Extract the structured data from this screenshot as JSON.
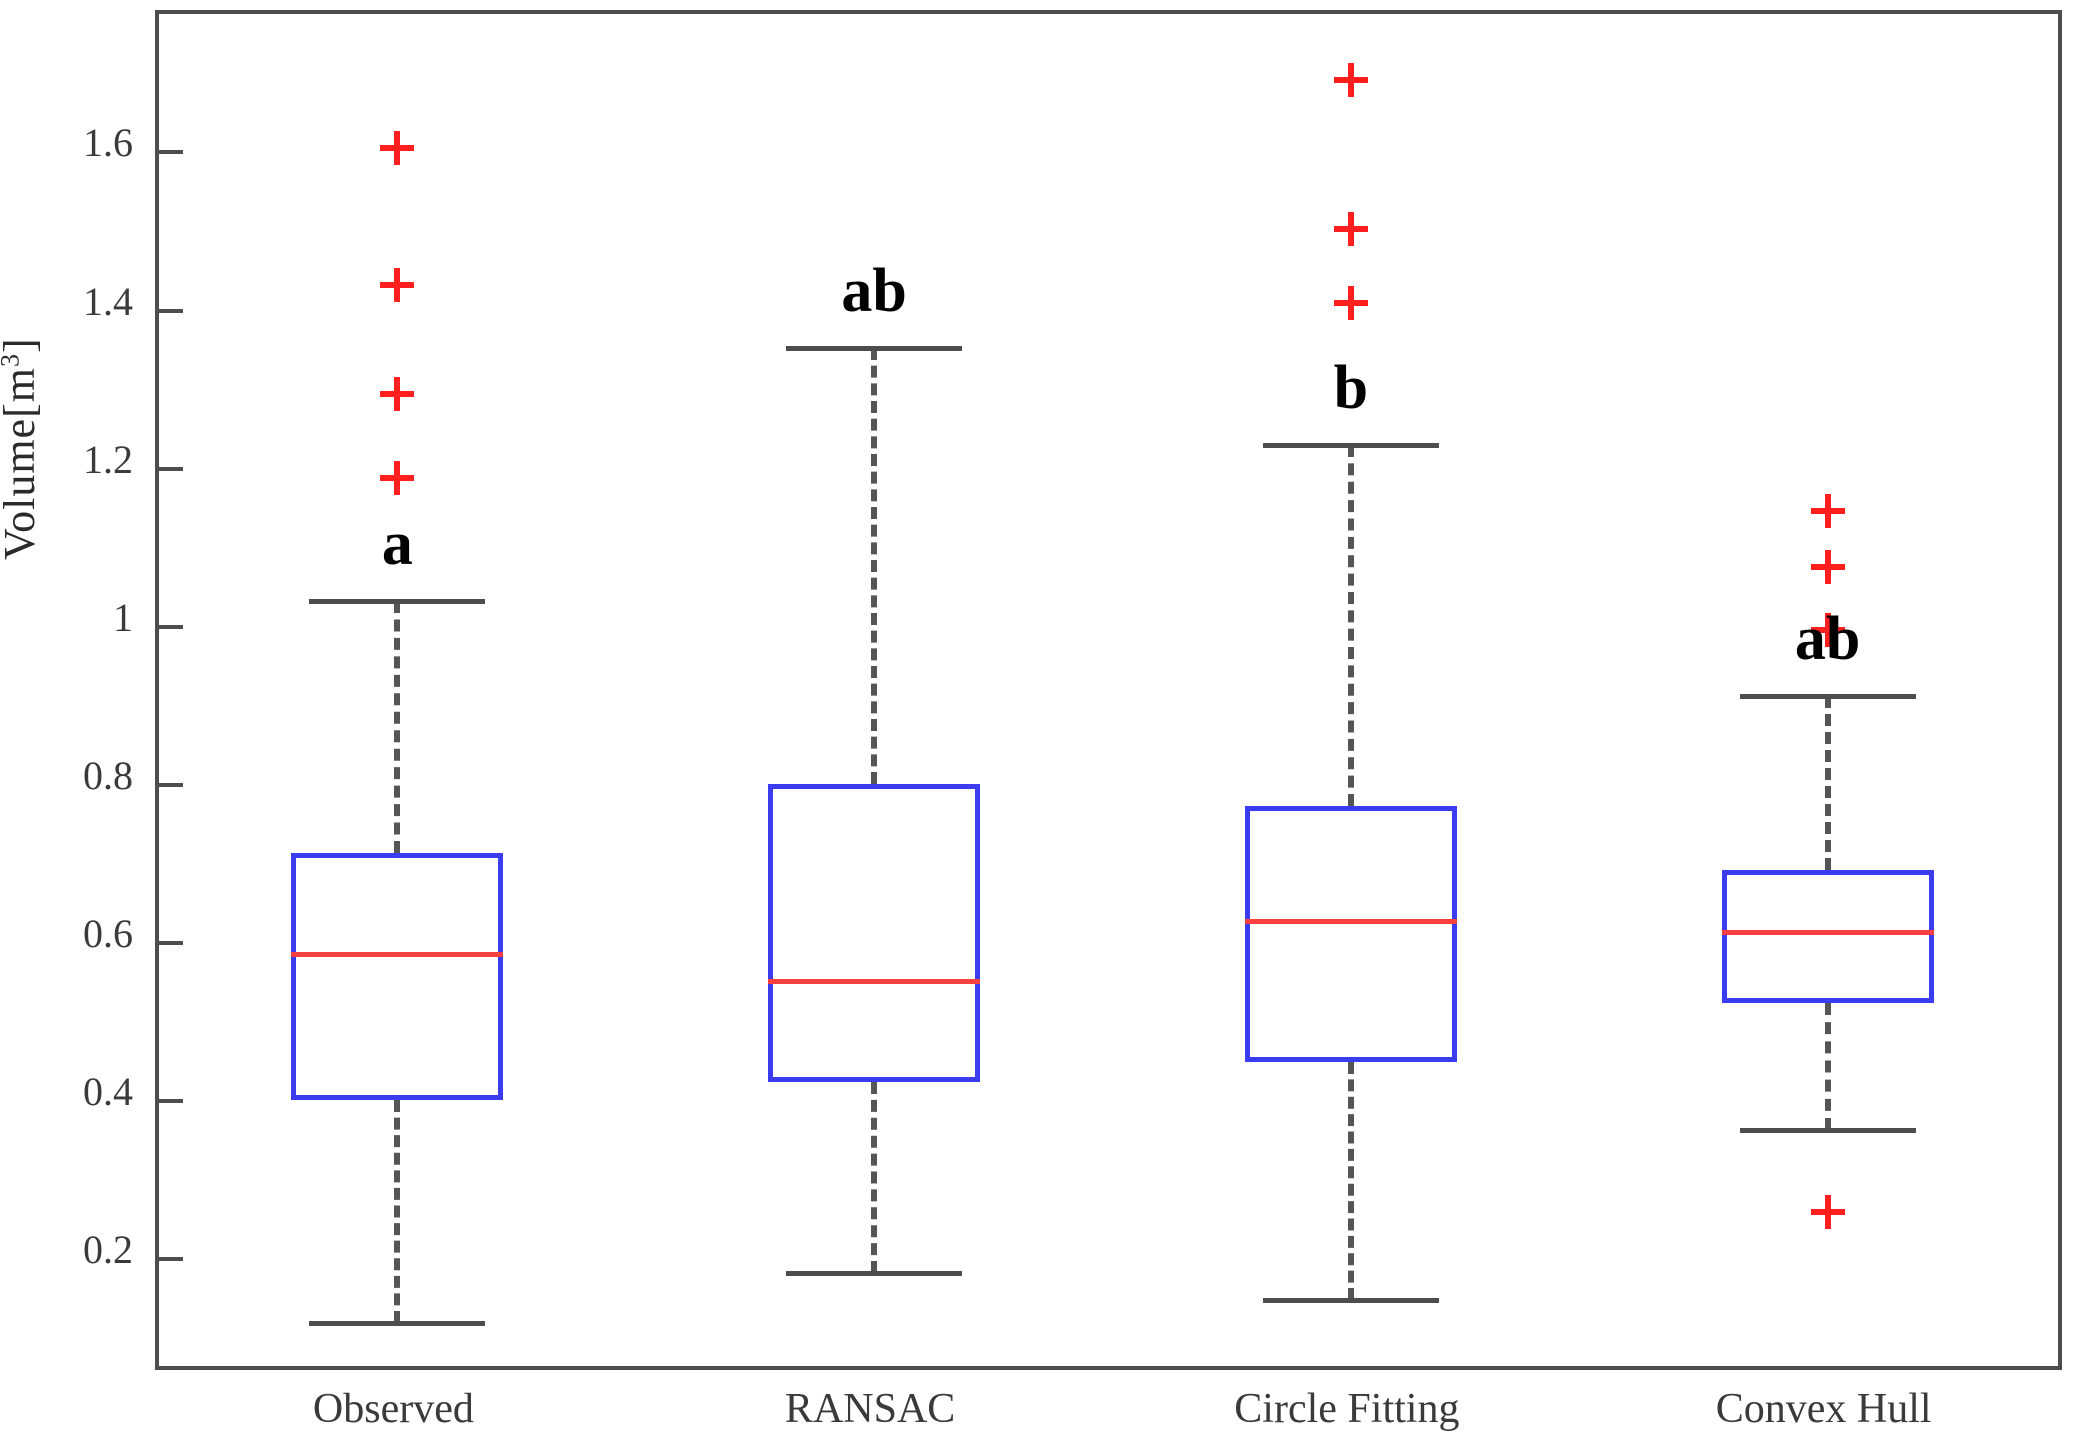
{
  "chart_data": {
    "type": "box",
    "title": "",
    "xlabel": "",
    "ylabel": "Volume[m3]",
    "ylabel_base": "Volume[m",
    "ylabel_sup": "3",
    "ylabel_close": "]",
    "ylim": [
      0.055,
      1.775
    ],
    "yticks": [
      0.2,
      0.4,
      0.6,
      0.8,
      1.0,
      1.2,
      1.4,
      1.6
    ],
    "ytick_labels": [
      "0.2",
      "0.4",
      "0.6",
      "0.8",
      "1",
      "1.2",
      "1.4",
      "1.6"
    ],
    "grid": false,
    "legend": "none",
    "categories": [
      "Observed",
      "RANSAC",
      "Circle Fitting",
      "Convex Hull"
    ],
    "colors": {
      "box_edge": "#3b3bf0",
      "median": "#fc4040",
      "whisker": "#555555",
      "outlier": "#ff1f1f",
      "axis": "#4d4d4d",
      "text": "#2b2b2b",
      "background": "#ffffff"
    },
    "boxes": [
      {
        "category": "Observed",
        "significance_letter": "a",
        "whisker_low": 0.12,
        "q1": 0.402,
        "median": 0.586,
        "q3": 0.714,
        "whisker_high": 1.032,
        "outliers": [
          1.605,
          1.432,
          1.294,
          1.188
        ]
      },
      {
        "category": "RANSAC",
        "significance_letter": "ab",
        "whisker_low": 0.183,
        "q1": 0.424,
        "median": 0.552,
        "q3": 0.801,
        "whisker_high": 1.352,
        "outliers": []
      },
      {
        "category": "Circle Fitting",
        "significance_letter": "b",
        "whisker_low": 0.148,
        "q1": 0.45,
        "median": 0.628,
        "q3": 0.773,
        "whisker_high": 1.23,
        "outliers": [
          1.692,
          1.503,
          1.409
        ]
      },
      {
        "category": "Convex Hull",
        "significance_letter": "ab",
        "whisker_low": 0.364,
        "q1": 0.524,
        "median": 0.614,
        "q3": 0.692,
        "whisker_high": 0.913,
        "outliers": [
          1.146,
          1.076,
          0.996,
          0.26
        ]
      }
    ]
  }
}
